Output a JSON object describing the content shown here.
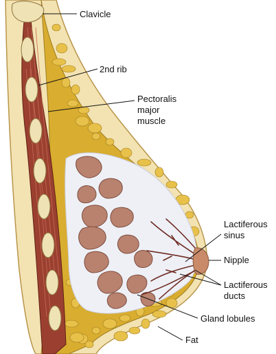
{
  "labels": {
    "clavicle": "Clavicle",
    "rib": "2nd rib",
    "pectoralis_1": "Pectoralis",
    "pectoralis_2": "major",
    "pectoralis_3": "muscle",
    "lactiferous_sinus_1": "Lactiferous",
    "lactiferous_sinus_2": "sinus",
    "nipple": "Nipple",
    "lactiferous_ducts_1": "Lactiferous",
    "lactiferous_ducts_2": "ducts",
    "gland_lobules": "Gland lobules",
    "fat": "Fat"
  },
  "colors": {
    "fat": "#d9ad2f",
    "fat_lobule": "#e8c14a",
    "muscle": "#9b4030",
    "muscle_light": "#c46a56",
    "bone": "#efe2b4",
    "gland": "#b9826f",
    "connective": "#eef0f6",
    "skin": "#f3e3b2",
    "duct": "#6f2c24"
  }
}
